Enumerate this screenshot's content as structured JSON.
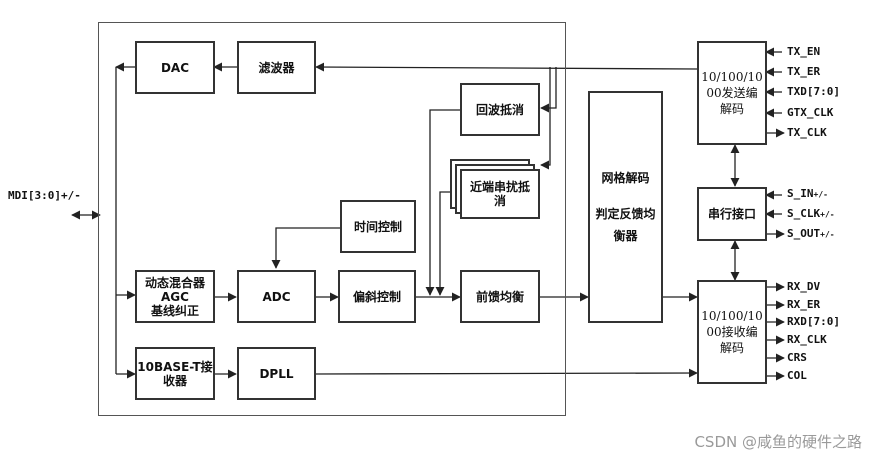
{
  "blocks": {
    "dac": "DAC",
    "filter": "滤波器",
    "echo_cancel": "回波抵消",
    "next_cancel_l1": "近端串扰抵",
    "next_cancel_l2": "消",
    "timing_ctrl": "时间控制",
    "hybrid_l1": "动态混合器",
    "hybrid_l2": "AGC",
    "hybrid_l3": "基线纠正",
    "adc": "ADC",
    "skew_ctrl": "偏斜控制",
    "ffe": "前馈均衡",
    "trellis_l1": "网格解码",
    "trellis_l2": "判定反馈均",
    "trellis_l3": "衡器",
    "tenbase_l1": "10BASE-T接",
    "tenbase_l2": "收器",
    "dpll": "DPLL",
    "tx_enc_l1": "10/100/10",
    "tx_enc_l2": "00发送编",
    "tx_enc_l3": "解码",
    "serial": "串行接口",
    "rx_enc_l1": "10/100/10",
    "rx_enc_l2": "00接收编",
    "rx_enc_l3": "解码"
  },
  "signals": {
    "mdi": "MDI[3:0]+/-",
    "tx_en": "TX_EN",
    "tx_er": "TX_ER",
    "txd": "TXD[7:0]",
    "gtx_clk": "GTX_CLK",
    "tx_clk": "TX_CLK",
    "s_in": "S_IN",
    "s_in_sub": "+/-",
    "s_clk": "S_CLK",
    "s_clk_sub": "+/-",
    "s_out": "S_OUT",
    "s_out_sub": "+/-",
    "rx_dv": "RX_DV",
    "rx_er": "RX_ER",
    "rxd": "RXD[7:0]",
    "rx_clk": "RX_CLK",
    "crs": "CRS",
    "col": "COL"
  },
  "watermark": "CSDN @咸鱼的硬件之路"
}
